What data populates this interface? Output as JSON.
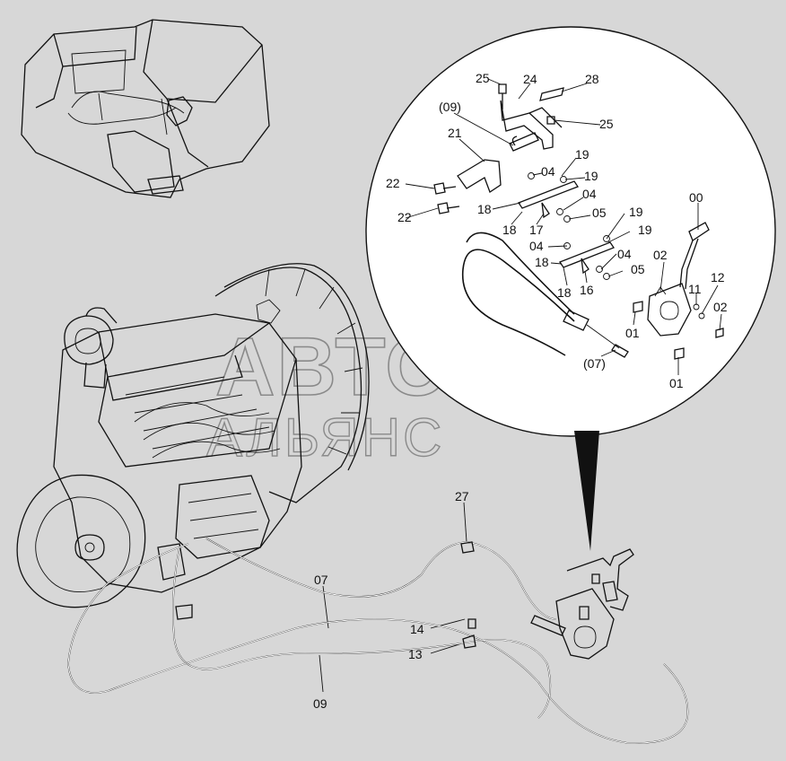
{
  "watermark": {
    "line1": "АВТО",
    "line2": "АЛЬЯНС",
    "color": "#8a8a8a"
  },
  "colors": {
    "background": "#d7d7d7",
    "lines": "#111111",
    "detail_circle_fill": "#ffffff"
  },
  "labels": {
    "p25a": "25",
    "p24": "24",
    "p28": "28",
    "p09ref": "(09)",
    "p25b": "25",
    "p21": "21",
    "p19a": "19",
    "p04a": "04",
    "p19b": "19",
    "p22a": "22",
    "p04b": "04",
    "p18a": "18",
    "p05a": "05",
    "p18b": "18",
    "p17": "17",
    "p22b": "22",
    "p00": "00",
    "p19c": "19",
    "p19d": "19",
    "p04c": "04",
    "p04d": "04",
    "p02a": "02",
    "p18c": "18",
    "p05b": "05",
    "p12": "12",
    "p11": "11",
    "p18d": "18",
    "p16": "16",
    "p02b": "02",
    "p01a": "01",
    "p07ref": "(07)",
    "p01b": "01",
    "p27": "27",
    "p07": "07",
    "p14": "14",
    "p13": "13",
    "p09": "09"
  }
}
